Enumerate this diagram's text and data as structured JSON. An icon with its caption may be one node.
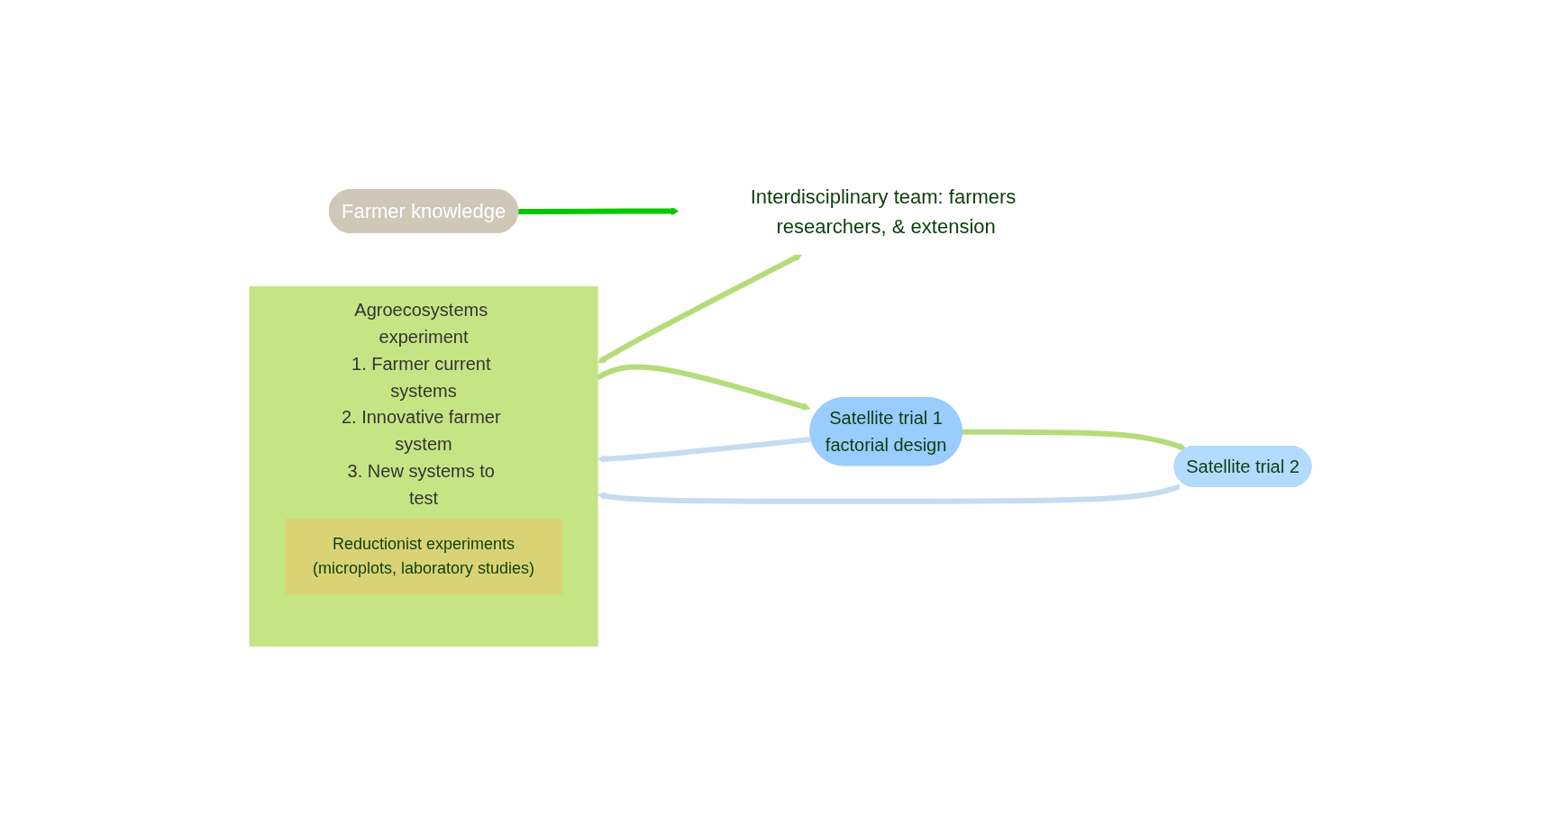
{
  "diagram": {
    "nodes": [
      {
        "text": [
          "Farmer knowledge"
        ]
      },
      {
        "text": [
          "Interdisciplinary team: farmers researchers, & extension"
        ]
      },
      {
        "text": [
          "Agroecosystems experiment",
          "1. Farmer current systems",
          "2. Innovative farmer system",
          "3. New systems to test"
        ]
      },
      {
        "text": [
          "Reductionist experiments",
          "(microplots, laboratory studies)"
        ],
        "in": 2
      },
      {
        "text": [
          "Satellite trial 1",
          "factorial design"
        ]
      },
      {
        "text": [
          "Satellite trial 2"
        ]
      }
    ],
    "edges": [
      {
        "from": 0,
        "to": 1,
        "arrow": "to",
        "color": "#00c800"
      },
      {
        "from": 2,
        "to": 1,
        "arrow": "both"
      },
      {
        "from": 2,
        "to": 4,
        "arrow": "to"
      },
      {
        "from": 4,
        "to": 5,
        "arrow": "to"
      },
      {
        "from": 4,
        "to": 2,
        "arrow": "to",
        "color": "#c6dcf0"
      },
      {
        "from": 5,
        "to": 2,
        "arrow": "to",
        "color": "#c6dcf0"
      }
    ]
  }
}
